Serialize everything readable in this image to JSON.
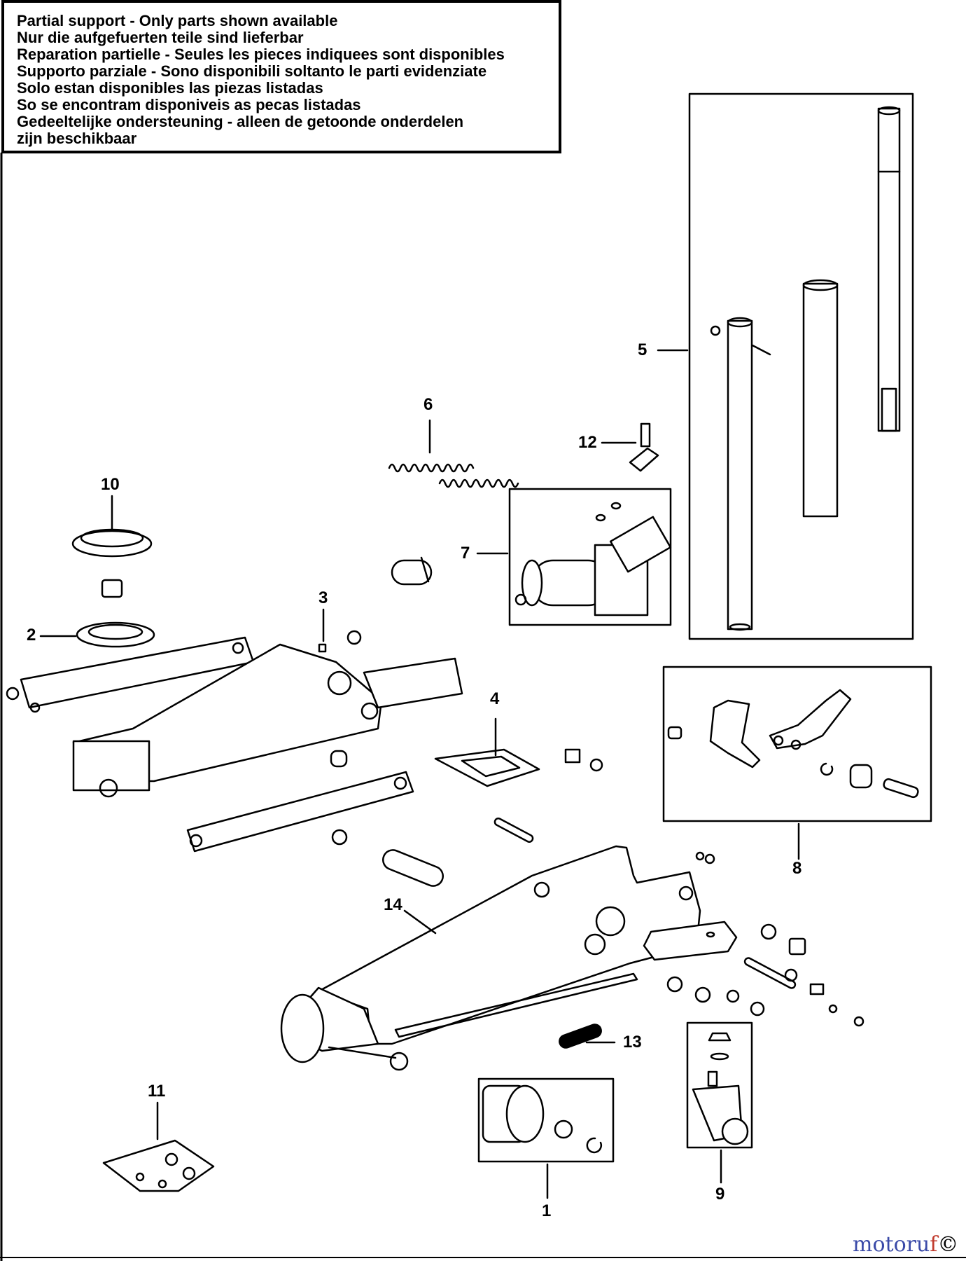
{
  "notice": {
    "lines": [
      "Partial support - Only parts shown available",
      "Nur die aufgefuerten teile sind lieferbar",
      "Reparation partielle - Seules les pieces indiquees sont disponibles",
      "Supporto parziale - Sono disponibili soltanto le parti evidenziate",
      "Solo estan disponibles las piezas listadas",
      "So se encontram disponiveis as pecas listadas",
      "Gedeeltelijke ondersteuning - alleen de getoonde onderdelen",
      "zijn beschikbaar"
    ]
  },
  "callouts": {
    "n1": "1",
    "n2": "2",
    "n3": "3",
    "n4": "4",
    "n5": "5",
    "n6": "6",
    "n7": "7",
    "n8": "8",
    "n9": "9",
    "n10": "10",
    "n11": "11",
    "n12": "12",
    "n13": "13",
    "n14": "14"
  },
  "watermark": {
    "part1": "motoru",
    "part2": "f",
    "mark": "©"
  }
}
